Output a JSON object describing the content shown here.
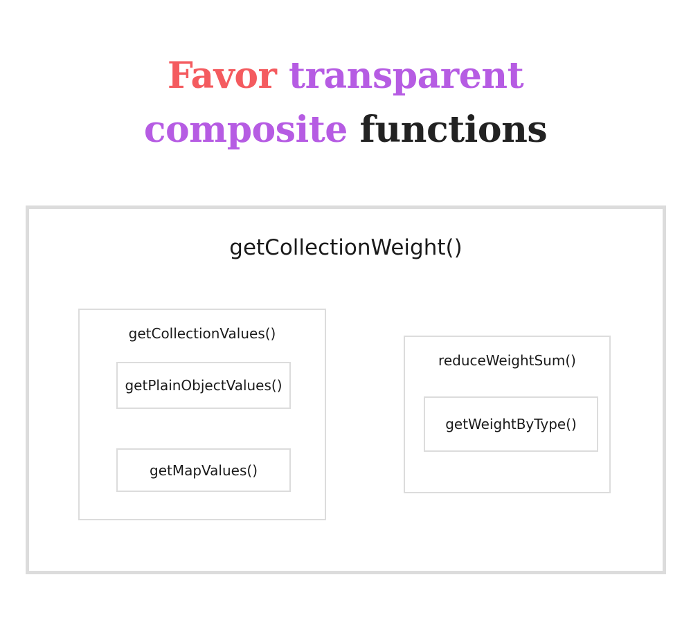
{
  "title": {
    "line1": [
      {
        "text": "Favor",
        "color": "#f45b5f"
      },
      {
        "text": "transparent",
        "color": "#b65ce3"
      }
    ],
    "line2": [
      {
        "text": "composite",
        "color": "#b65ce3"
      },
      {
        "text": "functions",
        "color": "#222222"
      }
    ]
  },
  "diagram": {
    "outer": {
      "label": "getCollectionWeight()"
    },
    "left_group": {
      "label": "getCollectionValues()",
      "children": [
        "getPlainObjectValues()",
        "getMapValues()"
      ]
    },
    "right_group": {
      "label": "reduceWeightSum()",
      "children": [
        "getWeightByType()"
      ]
    }
  }
}
